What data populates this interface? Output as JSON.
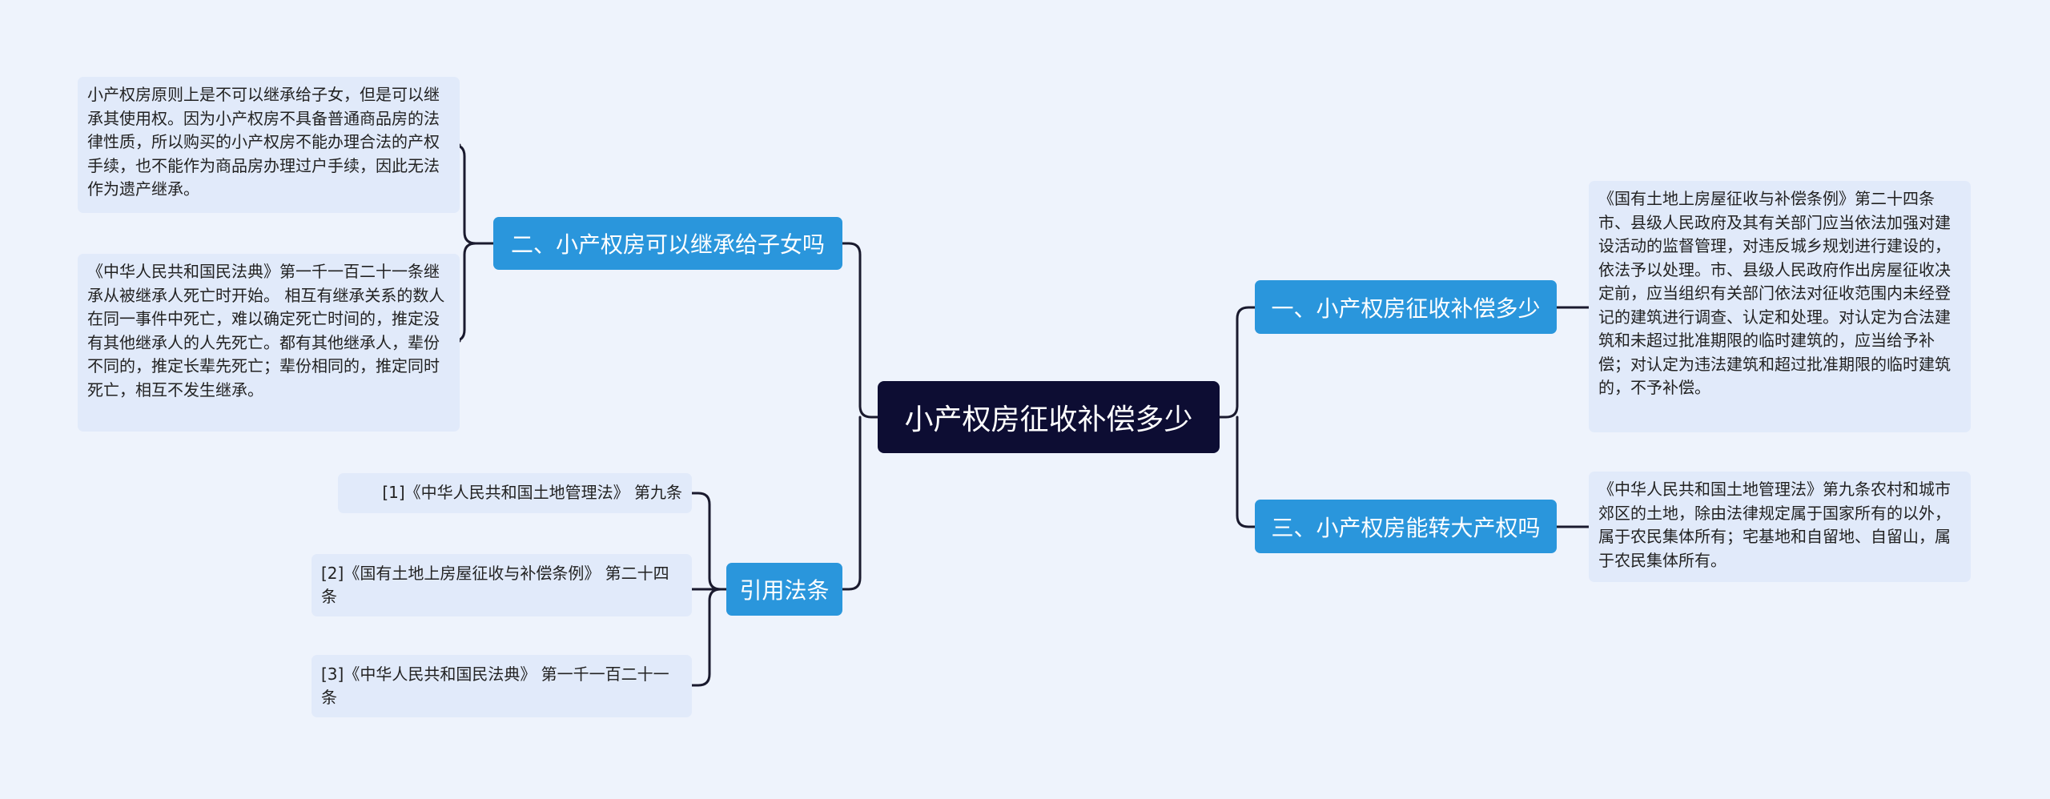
{
  "colors": {
    "background": "#eef3fc",
    "root_fill": "#0d0d33",
    "branch_fill": "#2a96dc",
    "leaf_fill": "#e1eafa",
    "connector": "#1a1a2e"
  },
  "root": {
    "label": "小产权房征收补偿多少"
  },
  "branches": {
    "inherit": {
      "label": "二、小产权房可以继承给子女吗",
      "leaves": [
        "小产权房原则上是不可以继承给子女，但是可以继承其使用权。因为小产权房不具备普通商品房的法律性质，所以购买的小产权房不能办理合法的产权手续，也不能作为商品房办理过户手续，因此无法作为遗产继承。",
        "《中华人民共和国民法典》第一千一百二十一条继承从被继承人死亡时开始。 相互有继承关系的数人在同一事件中死亡，难以确定死亡时间的，推定没有其他继承人的人先死亡。都有其他继承人，辈份不同的，推定长辈先死亡；辈份相同的，推定同时死亡，相互不发生继承。"
      ]
    },
    "references": {
      "label": "引用法条",
      "leaves": [
        "[1]《中华人民共和国土地管理法》 第九条",
        "[2]《国有土地上房屋征收与补偿条例》 第二十四条",
        "[3]《中华人民共和国民法典》 第一千一百二十一条"
      ]
    },
    "compensation": {
      "label": "一、小产权房征收补偿多少",
      "leaves": [
        "《国有土地上房屋征收与补偿条例》第二十四条市、县级人民政府及其有关部门应当依法加强对建设活动的监督管理，对违反城乡规划进行建设的，依法予以处理。市、县级人民政府作出房屋征收决定前，应当组织有关部门依法对征收范围内未经登记的建筑进行调查、认定和处理。对认定为合法建筑和未超过批准期限的临时建筑的，应当给予补偿；对认定为违法建筑和超过批准期限的临时建筑的，不予补偿。"
      ]
    },
    "transfer": {
      "label": "三、小产权房能转大产权吗",
      "leaves": [
        "《中华人民共和国土地管理法》第九条农村和城市郊区的土地，除由法律规定属于国家所有的以外，属于农民集体所有；宅基地和自留地、自留山，属于农民集体所有。"
      ]
    }
  }
}
